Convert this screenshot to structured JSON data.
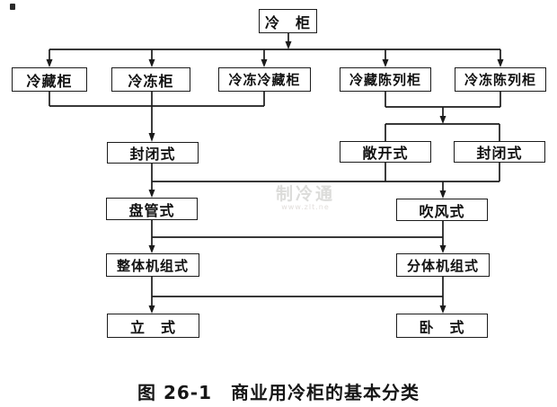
{
  "diagram": {
    "nodes": {
      "root": {
        "label": "冷　柜"
      },
      "cold_storage": {
        "label": "冷藏柜"
      },
      "freezer": {
        "label": "冷冻柜"
      },
      "freezer_storage": {
        "label": "冷冻冷藏柜"
      },
      "display_storage": {
        "label": "冷藏陈列柜"
      },
      "display_freezer": {
        "label": "冷冻陈列柜"
      },
      "closed_left": {
        "label": "封闭式"
      },
      "open_type": {
        "label": "敞开式"
      },
      "closed_right": {
        "label": "封闭式"
      },
      "coil_type": {
        "label": "盘管式"
      },
      "blower_type": {
        "label": "吹风式"
      },
      "unitary_type": {
        "label": "整体机组式"
      },
      "split_type": {
        "label": "分体机组式"
      },
      "vertical_type": {
        "label": "立　式"
      },
      "horizontal_type": {
        "label": "卧　式"
      }
    },
    "caption": "图 26-1　商业用冷柜的基本分类",
    "watermark": {
      "logo": "制冷通",
      "url": "www.zlt.ne"
    },
    "colors": {
      "line": "#1b1b1b",
      "box_background": "#ffffff",
      "text": "#111111"
    }
  }
}
